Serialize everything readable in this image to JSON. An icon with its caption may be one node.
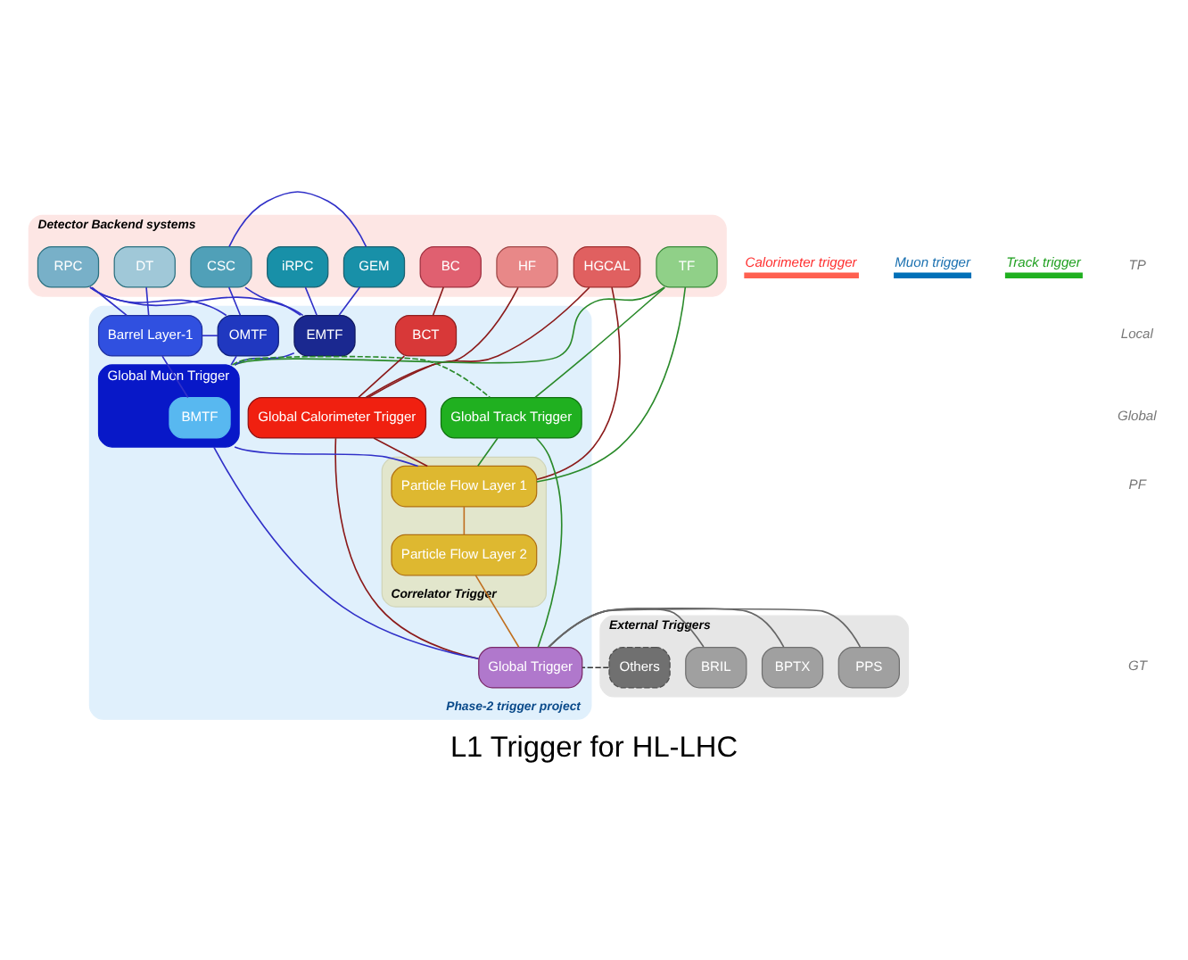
{
  "diagram": {
    "caption": "L1 Trigger for HL-LHC",
    "nodes": [
      {
        "text": [
          "Detector Backend systems"
        ]
      },
      {
        "text": [
          "BC"
        ],
        "in": 0
      },
      {
        "text": [
          "HF"
        ],
        "in": 0
      },
      {
        "text": [
          "HGCAL"
        ],
        "in": 0
      },
      {
        "text": [
          "DT"
        ],
        "in": 0
      },
      {
        "text": [
          "RPC"
        ],
        "in": 0
      },
      {
        "text": [
          "CSC"
        ],
        "in": 0
      },
      {
        "text": [
          "GEM"
        ],
        "in": 0
      },
      {
        "text": [
          "iRPC"
        ],
        "in": 0
      },
      {
        "text": [
          "TF"
        ],
        "in": 0
      },
      {
        "text": [
          "Phase-2 trigger project"
        ]
      },
      {
        "text": [
          "BCT"
        ],
        "in": 10
      },
      {
        "text": [
          "Barrel Layer-1"
        ],
        "in": 10
      },
      {
        "text": [
          "OMTF"
        ],
        "in": 10
      },
      {
        "text": [
          "EMTF"
        ],
        "in": 10
      },
      {
        "text": [
          "Global Calorimeter Trigger"
        ],
        "in": 10
      },
      {
        "text": [
          "Global Muon Trigger"
        ],
        "in": 10
      },
      {
        "text": [
          "BMTF"
        ],
        "in": 16
      },
      {
        "text": [
          "Global Track Trigger"
        ],
        "in": 10
      },
      {
        "text": [
          "External Triggers"
        ]
      },
      {
        "text": [
          "Correlator Trigger"
        ],
        "in": 10
      },
      {
        "text": [
          "Particle Flow Layer 1"
        ],
        "in": 20
      },
      {
        "text": [
          "Particle Flow Layer 2"
        ],
        "in": 20
      },
      {
        "text": [
          "PPS"
        ],
        "in": 19
      },
      {
        "text": [
          "BPTX"
        ],
        "in": 19
      },
      {
        "text": [
          "BRIL"
        ],
        "in": 19
      },
      {
        "text": [
          "Others"
        ],
        "in": 19
      },
      {
        "text": [
          "Global Trigger"
        ],
        "in": 10
      }
    ],
    "edges": [
      {
        "from": 1,
        "to": 11,
        "arrow": "none",
        "color": "#8b1a1a"
      },
      {
        "from": 11,
        "to": 15,
        "arrow": "none",
        "color": "#8b1a1a"
      },
      {
        "from": 2,
        "to": 15,
        "arrow": "none",
        "color": "#8b1a1a"
      },
      {
        "from": 3,
        "to": 15,
        "arrow": "none",
        "color": "#8b1a1a"
      },
      {
        "from": 3,
        "to": 21,
        "arrow": "none",
        "color": "#8b1a1a"
      },
      {
        "from": 15,
        "to": 21,
        "arrow": "none",
        "color": "#8b1a1a"
      },
      {
        "from": 15,
        "to": 27,
        "arrow": "none",
        "color": "#8b1a1a"
      },
      {
        "from": 4,
        "to": 12,
        "arrow": "none"
      },
      {
        "from": 5,
        "to": 12,
        "arrow": "none"
      },
      {
        "from": 5,
        "to": 13,
        "arrow": "none"
      },
      {
        "from": 5,
        "to": 14,
        "arrow": "none"
      },
      {
        "from": 6,
        "to": 13,
        "arrow": "none"
      },
      {
        "from": 6,
        "to": 14,
        "arrow": "none"
      },
      {
        "from": 6,
        "to": 7,
        "arrow": "none"
      },
      {
        "from": 7,
        "to": 14,
        "arrow": "none"
      },
      {
        "from": 8,
        "to": 14,
        "arrow": "none"
      },
      {
        "from": 12,
        "to": 13,
        "arrow": "none"
      },
      {
        "from": 12,
        "to": 17,
        "arrow": "none"
      },
      {
        "from": 13,
        "to": 16,
        "arrow": "none"
      },
      {
        "from": 14,
        "to": 16,
        "arrow": "none"
      },
      {
        "from": 16,
        "to": 21,
        "arrow": "none"
      },
      {
        "from": 16,
        "to": 27,
        "arrow": "none"
      },
      {
        "from": 16,
        "to": 18,
        "arrow": "none",
        "style": "dashed",
        "color": "#2a8a2a"
      },
      {
        "from": 9,
        "to": 16,
        "arrow": "none",
        "color": "#2a8a2a"
      },
      {
        "from": 9,
        "to": 21,
        "arrow": "none",
        "color": "#2a8a2a"
      },
      {
        "from": 9,
        "to": 18,
        "arrow": "none",
        "color": "#2a8a2a"
      },
      {
        "from": 18,
        "to": 21,
        "arrow": "none",
        "color": "#2a8a2a"
      },
      {
        "from": 18,
        "to": 27,
        "arrow": "none",
        "color": "#2a8a2a"
      },
      {
        "from": 21,
        "to": 22,
        "arrow": "none",
        "color": "#c07020"
      },
      {
        "from": 22,
        "to": 27,
        "arrow": "none",
        "color": "#c07020"
      },
      {
        "from": 23,
        "to": 27,
        "arrow": "none",
        "color": "#666666"
      },
      {
        "from": 24,
        "to": 27,
        "arrow": "none",
        "color": "#666666"
      },
      {
        "from": 25,
        "to": 27,
        "arrow": "none",
        "color": "#666666"
      },
      {
        "from": 26,
        "to": 27,
        "arrow": "none",
        "style": "dashed",
        "color": "#333333"
      }
    ],
    "labels": [
      "Calorimeter trigger",
      "Muon trigger",
      "Track trigger",
      "TP",
      "Local",
      "Global",
      "PF",
      "GT"
    ]
  }
}
